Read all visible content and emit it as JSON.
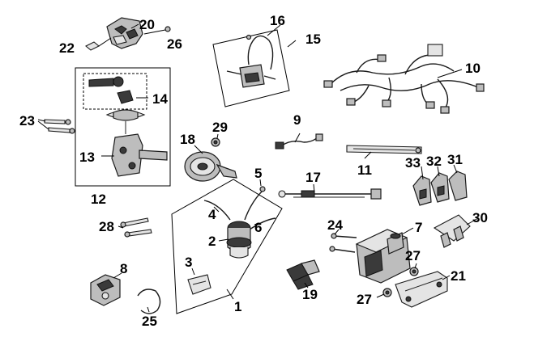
{
  "callouts": {
    "c1": "1",
    "c2": "2",
    "c3": "3",
    "c4": "4",
    "c5": "5",
    "c6": "6",
    "c7": "7",
    "c8": "8",
    "c9": "9",
    "c10": "10",
    "c11": "11",
    "c12": "12",
    "c13": "13",
    "c14": "14",
    "c15": "15",
    "c16": "16",
    "c17": "17",
    "c18": "18",
    "c19": "19",
    "c20": "20",
    "c21": "21",
    "c22": "22",
    "c23": "23",
    "c24": "24",
    "c25": "25",
    "c26": "26",
    "c27a": "27",
    "c27b": "27",
    "c28": "28",
    "c29": "29",
    "c30": "30",
    "c31": "31",
    "c32": "32",
    "c33": "33"
  },
  "colors": {
    "line": "#000000",
    "part_fill": "#bdbdbd",
    "part_dark": "#3a3a3a",
    "background": "#ffffff"
  }
}
